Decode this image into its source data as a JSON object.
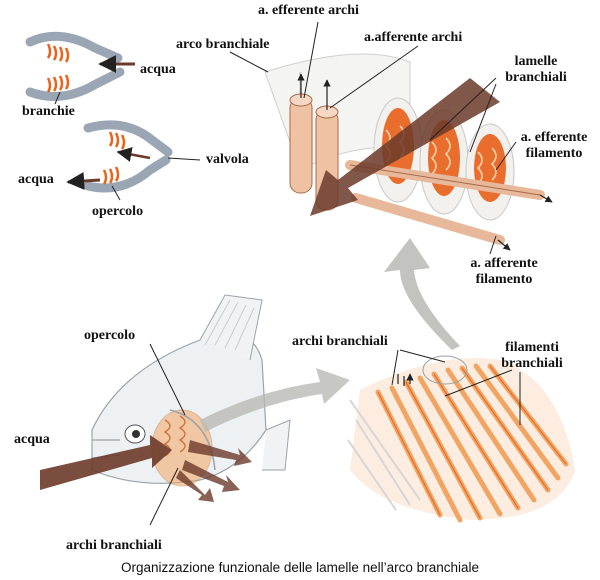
{
  "labels": {
    "efferente_archi": "a. efferente archi",
    "arco_branchiale": "arco branchiale",
    "afferente_archi": "a.afferente archi",
    "lamelle_1": "lamelle",
    "lamelle_2": "branchiali",
    "acqua_top": "acqua",
    "branchie": "branchie",
    "efferente_fil_1": "a. efferente",
    "efferente_fil_2": "filamento",
    "valvola": "valvola",
    "acqua_mid": "acqua",
    "opercolo_top": "opercolo",
    "afferente_fil_1": "a. afferente",
    "afferente_fil_2": "filamento",
    "opercolo_fish": "opercolo",
    "archi_branchiali_right": "archi branchiali",
    "filamenti_1": "filamenti",
    "filamenti_2": "branchiali",
    "acqua_fish": "acqua",
    "archi_branchiali_bottom": "archi branchiali"
  },
  "caption": "Organizzazione funzionale delle lamelle nell’arco branchiale",
  "colors": {
    "lamella_orange": "#e8631c",
    "arrow_brown": "#6b3a2a",
    "arrow_gray": "#b9b9b4",
    "vessel_pink": "#f0c2a4",
    "filament_orange": "#f2a463",
    "line_gray": "#8a8a8a"
  }
}
